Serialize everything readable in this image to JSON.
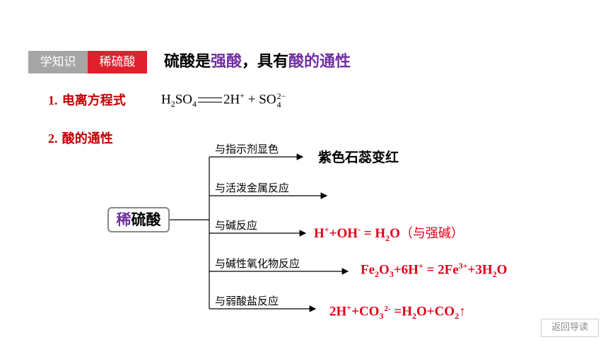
{
  "header": {
    "tag_gray": "学知识",
    "tag_red": "稀硫酸",
    "heading_pre": "硫酸是",
    "heading_strong": "强酸",
    "heading_mid": "，具有",
    "heading_acid": "酸的通性"
  },
  "section1": {
    "num": "1.",
    "title": "电离方程式",
    "eq": {
      "h": "H",
      "h_sub": "2",
      "so": "SO",
      "so_sub": "4",
      "rhs": "2H",
      "rhs_sup": "+",
      "plus": " + SO",
      "so4_sub": "4",
      "so4_sup": "2−"
    }
  },
  "section2": {
    "num": "2.",
    "title": "酸的通性"
  },
  "center": {
    "label_pre": "稀",
    "label_rest": "硫酸"
  },
  "branches": [
    {
      "label": "与指示剂显色"
    },
    {
      "label": "与活泼金属反应"
    },
    {
      "label": "与碱反应"
    },
    {
      "label": "与碱性氧化物反应"
    },
    {
      "label": "与弱酸盐反应"
    }
  ],
  "results": {
    "r1": "紫色石蕊变红",
    "r3": {
      "a": "H",
      "a_sup": "+",
      "b": "+OH",
      "b_sup": "-",
      "c": " = H",
      "c_sub": "2",
      "d": "O",
      "note": "（与强碱）"
    },
    "r4": {
      "a": "Fe",
      "a_sub": "2",
      "b": "O",
      "b_sub": "3",
      "c": "+6H",
      "c_sup": "+",
      "d": " = 2Fe",
      "d_sup": "3+",
      "e": "+3H",
      "e_sub": "2",
      "f": "O"
    },
    "r5": {
      "a": "2H",
      "a_sup": "+",
      "b": "+CO",
      "b_sub": "3",
      "b_sup": "2-",
      "c": " =H",
      "c_sub": "2",
      "d": "O+CO",
      "d_sub": "2",
      "e": "↑"
    }
  },
  "footer": {
    "back_label": "返回导读"
  }
}
